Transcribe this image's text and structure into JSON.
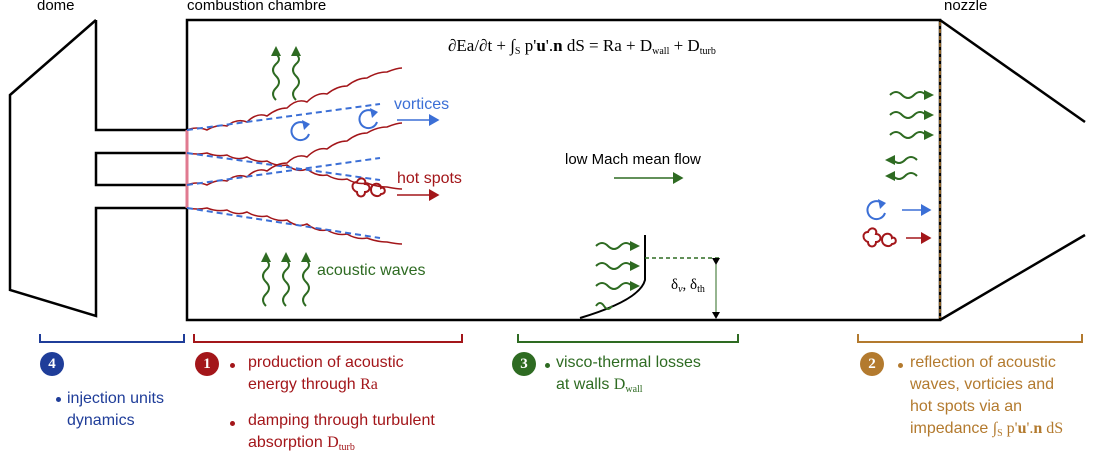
{
  "labels": {
    "dome": "dome",
    "chamber": "combustion chambre",
    "nozzle": "nozzle",
    "vortices": "vortices",
    "hot_spots": "hot spots",
    "acoustic_waves": "acoustic waves",
    "mean_flow": "low Mach mean flow",
    "delta_nu": "δ",
    "delta_nu_sub": "ν",
    "delta_th": "δ",
    "delta_th_sub": "th"
  },
  "equation": {
    "lhs1": "∂Ea/∂t + ∫",
    "sub_s": "S",
    "lhs2": " p'",
    "u": "u",
    "dot_n": "'.",
    "n": "n",
    "rhs": " dS = Ra + D",
    "sub_wall": "wall",
    "plus": " + D",
    "sub_turb": "turb"
  },
  "sections": {
    "s4": {
      "number": "4",
      "line1": "injection units",
      "line2": "dynamics"
    },
    "s1": {
      "number": "1",
      "line1": "production of acoustic",
      "line2": "energy through ",
      "line2_sym": "Ra",
      "line3": "damping through turbulent",
      "line4": "absorption ",
      "line4_sym": "D",
      "line4_sub": "turb"
    },
    "s3": {
      "number": "3",
      "line1": "visco-thermal losses",
      "line2": "at walls ",
      "line2_sym": "D",
      "line2_sub": "wall"
    },
    "s2": {
      "number": "2",
      "line1": "reflection of acoustic",
      "line2": "waves, vorticies and",
      "line3": "hot spots via an",
      "line4": "impedance ",
      "sym1": "∫",
      "sym_sub": "S",
      "sym2": " p'",
      "sym_u": "u",
      "sym3": "'.",
      "sym_n": "n",
      "sym4": " dS"
    }
  },
  "colors": {
    "blue": "#3b6fd6",
    "red": "#a3161a",
    "green": "#2e6b22",
    "navy": "#1f3d99",
    "gold": "#b37a2e",
    "pink": "#e07a90"
  }
}
